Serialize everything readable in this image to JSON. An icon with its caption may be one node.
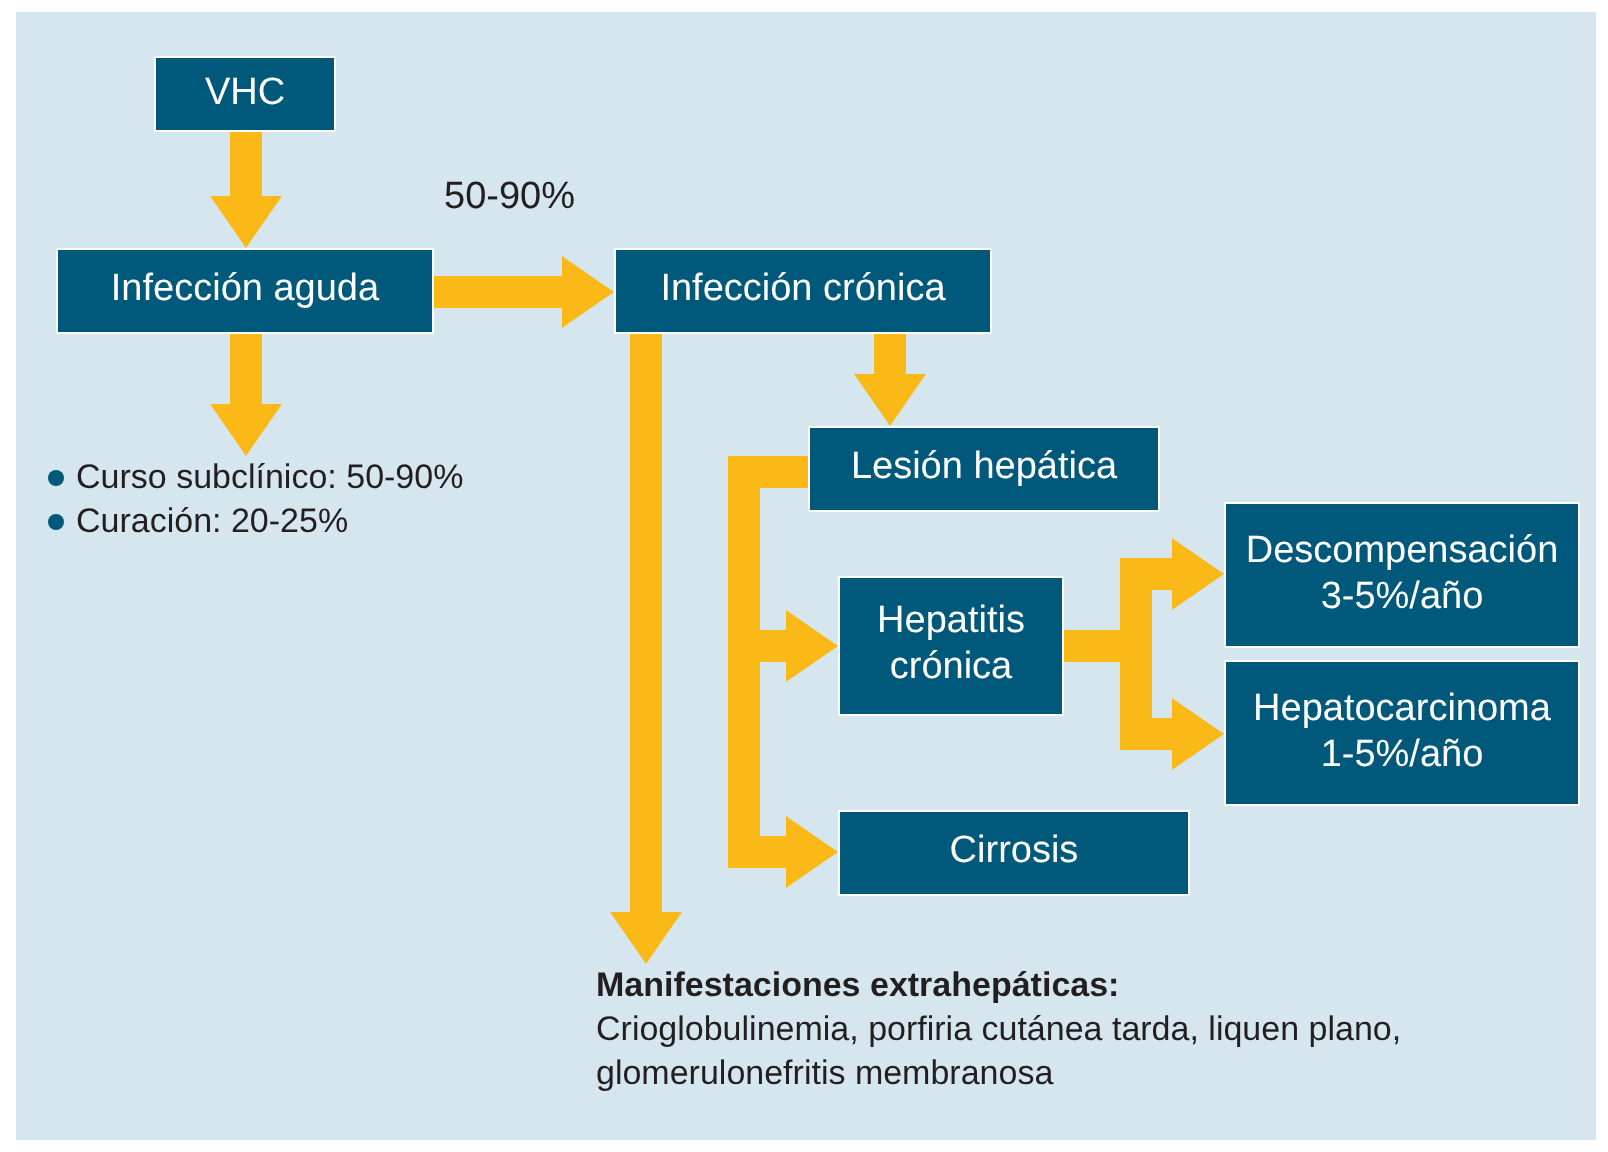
{
  "diagram": {
    "nodes": [
      {
        "text": [
          "VHC"
        ]
      },
      {
        "text": [
          "Infección aguda"
        ]
      },
      {
        "text": [
          "Infección crónica"
        ]
      },
      {
        "text": [
          "Lesión hepática"
        ]
      },
      {
        "text": [
          "Hepatitis crónica"
        ]
      },
      {
        "text": [
          "Descompensación 3-5%/año"
        ]
      },
      {
        "text": [
          "Hepatocarcinoma 1-5%/año"
        ]
      },
      {
        "text": [
          "Cirrosis"
        ]
      },
      {
        "text": [
          "Curso subclínico: 50-90%",
          "Curación: 20-25%"
        ]
      },
      {
        "text": [
          "Manifestaciones extrahepáticas:",
          "Crioglobulinemia, porfiria cutánea tarda, liquen plano, glomerulonefritis membranosa"
        ]
      }
    ],
    "edges": [
      {
        "from": 0,
        "to": 1,
        "arrow": "to"
      },
      {
        "from": 1,
        "to": 2,
        "arrow": "to",
        "label": "50-90%"
      },
      {
        "from": 1,
        "to": 8,
        "arrow": "to"
      },
      {
        "from": 2,
        "to": 3,
        "arrow": "to"
      },
      {
        "from": 2,
        "to": 9,
        "arrow": "to"
      },
      {
        "from": 3,
        "to": 4,
        "arrow": "to"
      },
      {
        "from": 3,
        "to": 7,
        "arrow": "to"
      },
      {
        "from": 4,
        "to": 5,
        "arrow": "to"
      },
      {
        "from": 4,
        "to": 6,
        "arrow": "to"
      }
    ]
  }
}
